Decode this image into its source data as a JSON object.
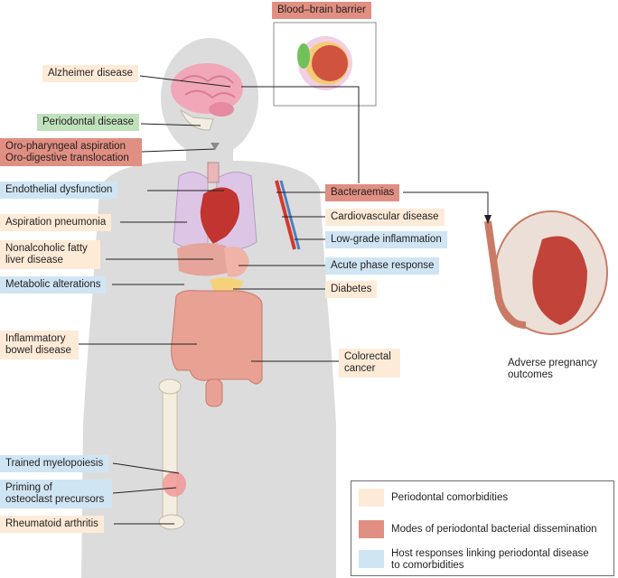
{
  "colors": {
    "comorbidity": "#fdebd8",
    "dissemination": "#e08f82",
    "host_response": "#cfe5f3",
    "periodontal_disease": "#bfe1bc",
    "body": "#dcdcdd"
  },
  "labels": {
    "bbb": "Blood–brain barrier",
    "alzheimer": "Alzheimer disease",
    "periodontal": "Periodontal disease",
    "oro_aspiration": "Oro-pharyngeal aspiration",
    "oro_translocation": "Oro-digestive translocation",
    "endothelial": "Endothelial dysfunction",
    "bacteraemias": "Bacteraemias",
    "cardiovascular": "Cardiovascular disease",
    "aspiration_pneumonia": "Aspiration pneumonia",
    "low_grade": "Low-grade inflammation",
    "nafld_1": "Nonalcoholic fatty",
    "nafld_2": "liver disease",
    "acute_phase": "Acute phase response",
    "metabolic": "Metabolic alterations",
    "diabetes": "Diabetes",
    "ibd_1": "Inflammatory",
    "ibd_2": "bowel disease",
    "colorectal_1": "Colorectal",
    "colorectal_2": "cancer",
    "pregnancy_1": "Adverse pregnancy",
    "pregnancy_2": "outcomes",
    "trained": "Trained myelopoiesis",
    "priming_1": "Priming of",
    "priming_2": "osteoclast precursors",
    "rheumatoid": "Rheumatoid arthritis"
  },
  "legend": {
    "comorbidities": "Periodontal comorbidities",
    "dissemination": "Modes of periodontal bacterial dissemination",
    "host_1": "Host responses linking periodontal disease",
    "host_2": "to comorbidities"
  }
}
